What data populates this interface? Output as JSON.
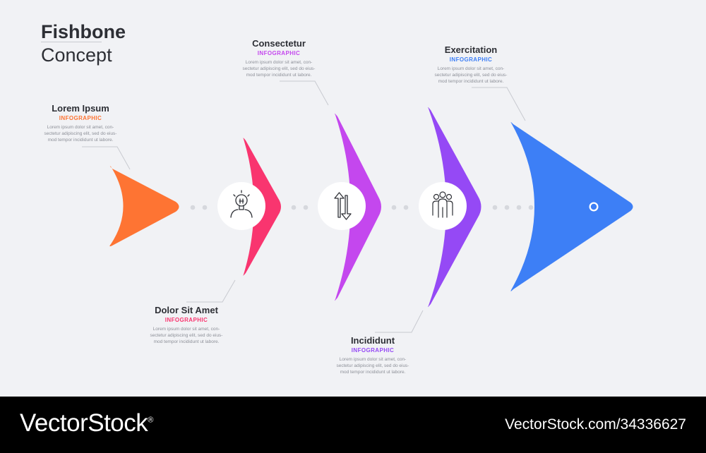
{
  "title": {
    "line1": "Fishbone",
    "line2": "Concept"
  },
  "colors": {
    "orange": "#fe7433",
    "pink": "#f9356f",
    "magenta": "#c447ee",
    "purple": "#9549f5",
    "blue": "#3d7ff6",
    "connector": "#c8cad0",
    "dots": "#d6d8dd",
    "text_dark": "#2d2f35",
    "text_muted": "#8d9098"
  },
  "steps": [
    {
      "heading": "Lorem Ipsum",
      "subheading": "INFOGRAPHIC",
      "subheading_color": "#fe7433",
      "body": [
        "Lorem ipsum dolor sit amet, con-",
        "sectetur adipiscing elit, sed do eius-",
        "mod tempor incididunt ut labore."
      ]
    },
    {
      "heading": "Dolor Sit Amet",
      "subheading": "INFOGRAPHIC",
      "subheading_color": "#f9356f",
      "body": [
        "Lorem ipsum dolor sit amet, con-",
        "sectetur adipiscing elit, sed do eius-",
        "mod tempor incididunt ut labore."
      ]
    },
    {
      "heading": "Consectetur",
      "subheading": "INFOGRAPHIC",
      "subheading_color": "#c447ee",
      "body": [
        "Lorem ipsum dolor sit amet, con-",
        "sectetur adipiscing elit, sed do eius-",
        "mod tempor incididunt ut labore."
      ]
    },
    {
      "heading": "Incididunt",
      "subheading": "INFOGRAPHIC",
      "subheading_color": "#9549f5",
      "body": [
        "Lorem ipsum dolor sit amet, con-",
        "sectetur adipiscing elit, sed do eius-",
        "mod tempor incididunt ut labore."
      ]
    },
    {
      "heading": "Exercitation",
      "subheading": "INFOGRAPHIC",
      "subheading_color": "#3d7ff6",
      "body": [
        "Lorem ipsum dolor sit amet, con-",
        "sectetur adipiscing elit, sed do eius-",
        "mod tempor incididunt ut labore."
      ]
    }
  ],
  "icons": [
    "lightbulb-head-icon",
    "up-down-arrows-icon",
    "team-people-icon"
  ],
  "footer": {
    "brand": "VectorStock",
    "brand_mark": "®",
    "image_id": "VectorStock.com/34336627"
  }
}
